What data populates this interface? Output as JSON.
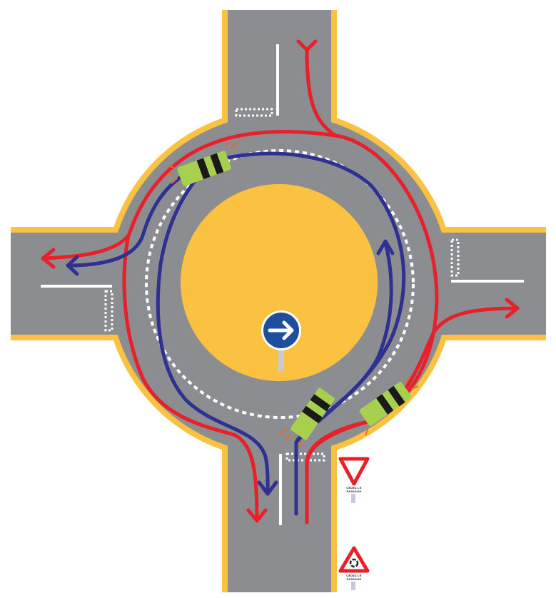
{
  "colors": {
    "road": "#8c8d90",
    "border": "#fbc241",
    "island": "#fbc241",
    "red_route": "#e8202a",
    "blue_route": "#2e3192",
    "car": "#a6d04d",
    "sign_blue": "#1f4e9c"
  },
  "signs": [
    {
      "type": "yield",
      "label": "CÉDEZ LE PASSAGE"
    },
    {
      "type": "roundabout-ahead",
      "label": "CÉDEZ LE PASSAGE"
    }
  ],
  "central_sign": {
    "type": "mandatory-direction",
    "icon": "arrow-right-icon"
  }
}
